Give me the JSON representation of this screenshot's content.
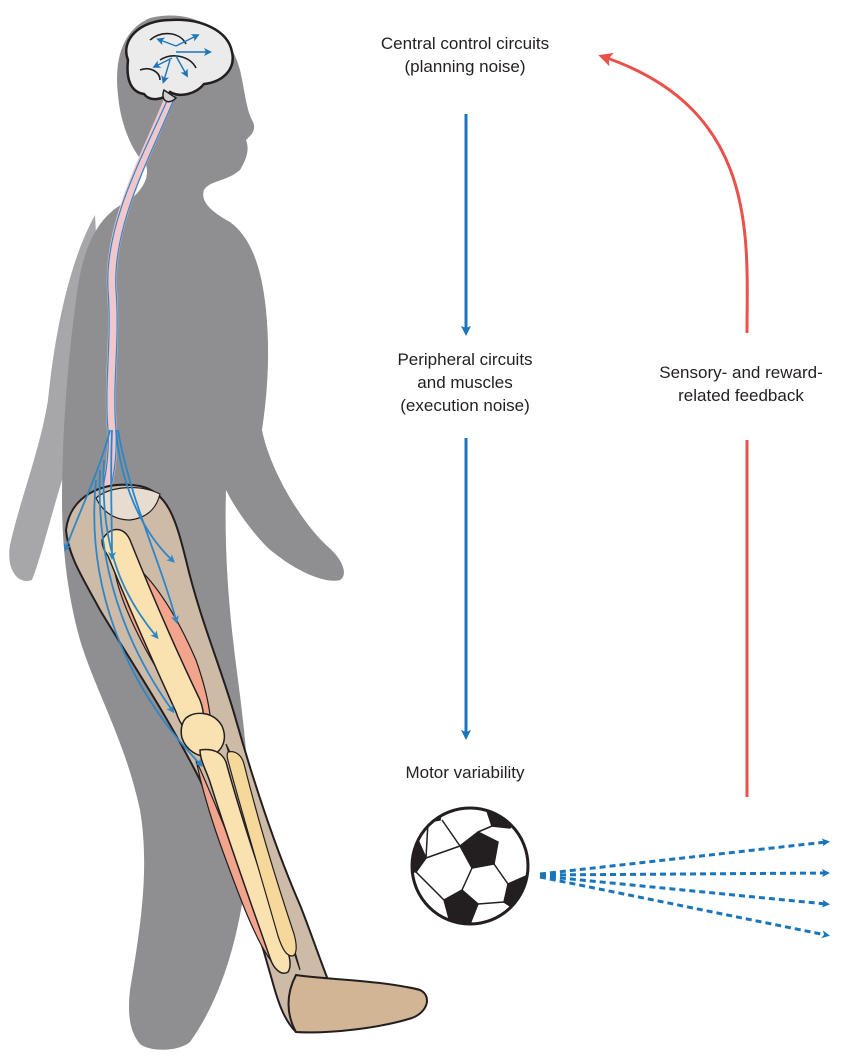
{
  "labels": {
    "central": [
      "Central control circuits",
      "(planning noise)"
    ],
    "peripheral": [
      "Peripheral circuits",
      "and muscles",
      "(execution noise)"
    ],
    "motor": [
      "Motor variability"
    ],
    "feedback": [
      "Sensory- and reward-",
      "related feedback"
    ]
  },
  "colors": {
    "efferent_arrow": "#1b75bb",
    "feedback_arrow": "#e8524a",
    "silhouette": "#8f8f91",
    "silhouette_back": "#a7a7a9",
    "spinal_cord": "#f3c6cc",
    "nerves": "#2f86c6",
    "muscle": "#f2a48d",
    "bone": "#f9e2b0",
    "skin": "#d2b595",
    "ball_panels": "#231f20"
  },
  "icons": [
    "human-figure",
    "brain-icon",
    "leg-anatomy",
    "soccer-ball-icon"
  ],
  "ball_trajectories": 4
}
